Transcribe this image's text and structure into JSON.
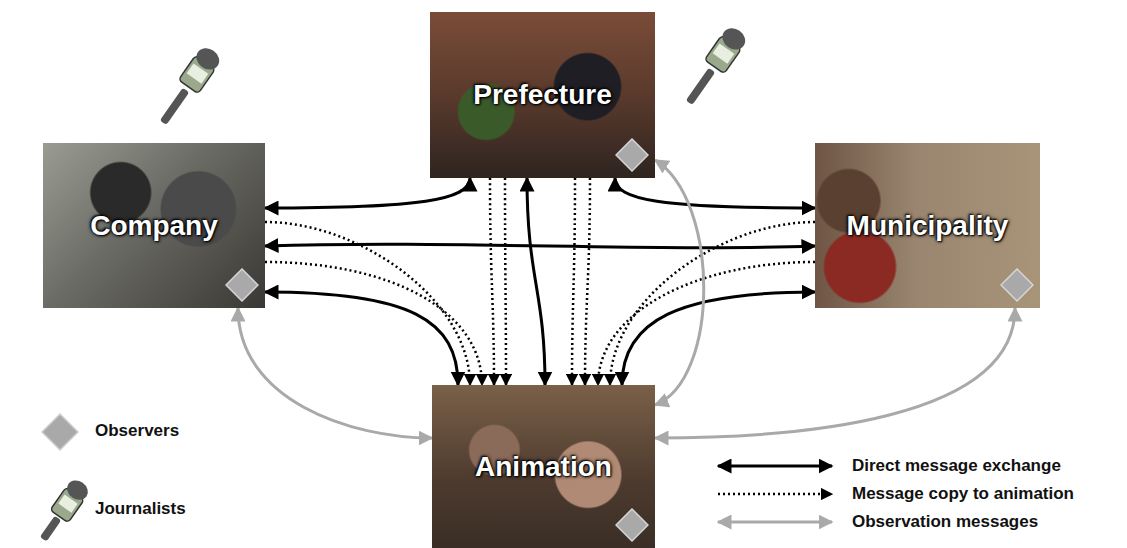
{
  "diagram": {
    "nodes": [
      {
        "text": [
          "Prefecture"
        ]
      },
      {
        "text": [
          "Company"
        ]
      },
      {
        "text": [
          "Municipality"
        ]
      },
      {
        "text": [
          "Animation"
        ]
      }
    ],
    "edges": [
      {
        "from": 1,
        "to": 0,
        "arrow": "both"
      },
      {
        "from": 0,
        "to": 2,
        "arrow": "both"
      },
      {
        "from": 1,
        "to": 2,
        "arrow": "both"
      },
      {
        "from": 1,
        "to": 3,
        "arrow": "both"
      },
      {
        "from": 0,
        "to": 3,
        "arrow": "both"
      },
      {
        "from": 2,
        "to": 3,
        "arrow": "both"
      },
      {
        "from": 1,
        "to": 3,
        "arrow": "to"
      },
      {
        "from": 1,
        "to": 3,
        "arrow": "to"
      },
      {
        "from": 0,
        "to": 3,
        "arrow": "to"
      },
      {
        "from": 0,
        "to": 3,
        "arrow": "to"
      },
      {
        "from": 0,
        "to": 3,
        "arrow": "to"
      },
      {
        "from": 0,
        "to": 3,
        "arrow": "to"
      },
      {
        "from": 2,
        "to": 3,
        "arrow": "to"
      },
      {
        "from": 2,
        "to": 3,
        "arrow": "to"
      },
      {
        "from": 1,
        "to": 3,
        "arrow": "both"
      },
      {
        "from": 0,
        "to": 3,
        "arrow": "both"
      },
      {
        "from": 2,
        "to": 3,
        "arrow": "both"
      }
    ],
    "legend": [
      {
        "text": "Observers"
      },
      {
        "text": "Journalists"
      },
      {
        "text": "Direct message exchange"
      },
      {
        "text": "Message copy to animation"
      },
      {
        "text": "Observation messages"
      }
    ]
  }
}
